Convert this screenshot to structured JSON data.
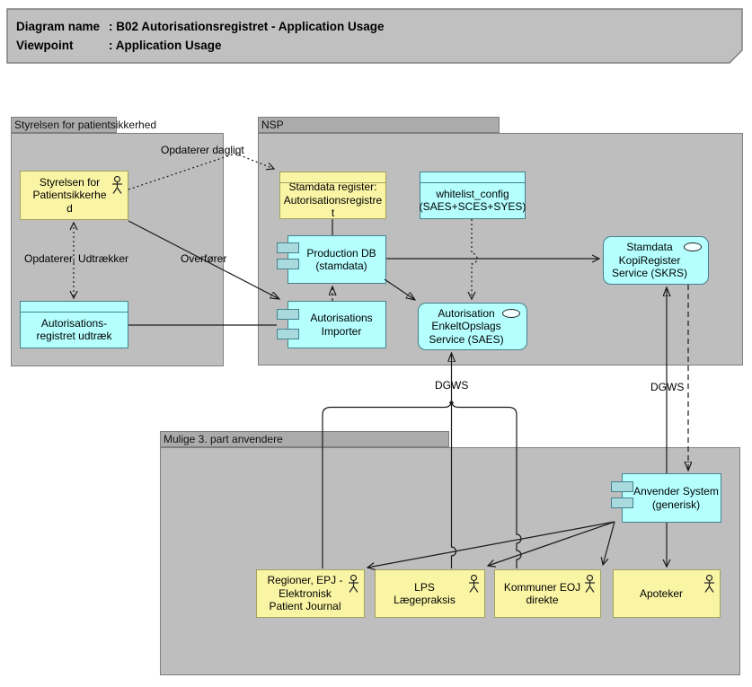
{
  "title_block": {
    "rows": [
      {
        "label": "Diagram name",
        "value": "B02 Autorisationsregistret - Application Usage"
      },
      {
        "label": "Viewpoint",
        "value": "Application Usage"
      }
    ],
    "separator": ": "
  },
  "groups": {
    "styrelsen": "Styrelsen for patientsikkerhed",
    "nsp": "NSP",
    "anvendere": "Mulige 3. part anvendere"
  },
  "nodes": {
    "styrelsen": {
      "lines": [
        "Styrelsen for",
        "Patientsikkerhe",
        "d"
      ]
    },
    "udtraek": {
      "lines": [
        "Autorisations-",
        "registret udtræk"
      ]
    },
    "register": {
      "lines": [
        "Stamdata register:",
        "Autorisationsregistre",
        "t"
      ]
    },
    "whitelist": {
      "lines": [
        "whitelist_config",
        "(SAES+SCES+SYES)"
      ]
    },
    "proddb": {
      "lines": [
        "Production DB",
        "(stamdata)"
      ]
    },
    "importer": {
      "lines": [
        "Autorisations",
        "Importer"
      ]
    },
    "saes": {
      "lines": [
        "Autorisation",
        "EnkeltOpslags",
        "Service (SAES)"
      ]
    },
    "skrs": {
      "lines": [
        "Stamdata",
        "KopiRegister",
        "Service (SKRS)"
      ]
    },
    "anvender": {
      "lines": [
        "Anvender System",
        "(generisk)"
      ]
    },
    "regioner": {
      "lines": [
        "Regioner, EPJ -",
        "Elektronisk",
        "Patient Journal"
      ]
    },
    "lps": {
      "lines": [
        "LPS",
        "Lægepraksis"
      ]
    },
    "kommuner": {
      "lines": [
        "Kommuner EOJ",
        "direkte"
      ]
    },
    "apoteker": {
      "lines": [
        "Apoteker"
      ]
    }
  },
  "edge_labels": {
    "daily_update": "Opdaterer dagligt",
    "update_extract": "Opdaterer, Udtrækker",
    "transfer": "Overfører",
    "dgws_saes": "DGWS",
    "dgws_skrs": "DGWS"
  },
  "colors": {
    "group_fill": "#bebebe",
    "group_tab": "#ababab",
    "group_border": "#7f7f7f",
    "business_fill": "#faf5a5",
    "business_border": "#a2a260",
    "application_fill": "#b5ffff",
    "application_border": "#45818e",
    "component_rect_fill": "#a9dbde",
    "title_fill": "#c0c0c0",
    "line": "#1a1a1a"
  }
}
